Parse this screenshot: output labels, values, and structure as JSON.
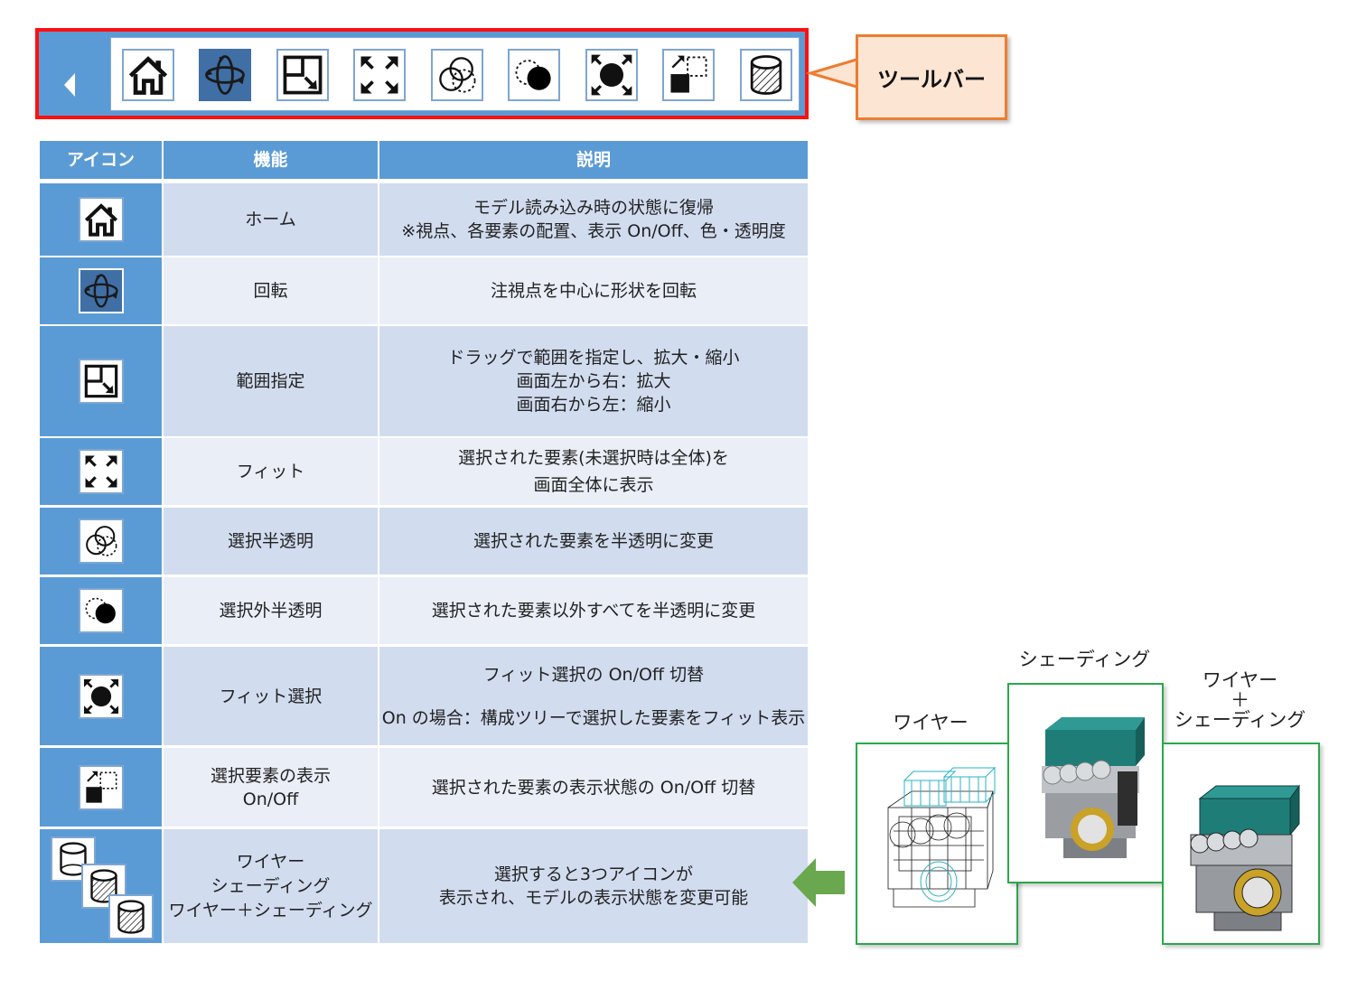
{
  "callout": {
    "label": "ツールバー"
  },
  "toolbar": {
    "buttons": [
      {
        "icon": "home-icon",
        "active": false
      },
      {
        "icon": "rotate-icon",
        "active": true
      },
      {
        "icon": "zoom-area-icon",
        "active": false
      },
      {
        "icon": "fit-icon",
        "active": false
      },
      {
        "icon": "selected-translucent-icon",
        "active": false
      },
      {
        "icon": "unselected-translucent-icon",
        "active": false
      },
      {
        "icon": "fit-selection-icon",
        "active": false
      },
      {
        "icon": "toggle-visibility-icon",
        "active": false
      },
      {
        "icon": "wireframe-cylinder-icon",
        "active": false
      }
    ]
  },
  "table": {
    "headers": {
      "icon": "アイコン",
      "function": "機能",
      "description": "説明"
    },
    "rows": [
      {
        "icon": "home-icon",
        "function": "ホーム",
        "description": [
          "モデル読み込み時の状態に復帰",
          "※視点、各要素の配置、表示 On/Off、色・透明度"
        ]
      },
      {
        "icon": "rotate-icon",
        "function": "回転",
        "description": [
          "注視点を中心に形状を回転"
        ]
      },
      {
        "icon": "zoom-area-icon",
        "function": "範囲指定",
        "description": [
          "ドラッグで範囲を指定し、拡大・縮小",
          "画面左から右：拡大",
          "画面右から左：縮小"
        ]
      },
      {
        "icon": "fit-icon",
        "function": "フィット",
        "description": [
          "選択された要素(未選択時は全体)を",
          "画面全体に表示"
        ]
      },
      {
        "icon": "selected-translucent-icon",
        "function": "選択半透明",
        "description": [
          "選択された要素を半透明に変更"
        ]
      },
      {
        "icon": "unselected-translucent-icon",
        "function": "選択外半透明",
        "description": [
          "選択された要素以外すべてを半透明に変更"
        ]
      },
      {
        "icon": "fit-selection-icon",
        "function": "フィット選択",
        "description": [
          "フィット選択の On/Off 切替",
          "On の場合：構成ツリーで選択した要素をフィット表示"
        ]
      },
      {
        "icon": "toggle-visibility-icon",
        "function": [
          "選択要素の表示",
          "On/Off"
        ],
        "description": [
          "選択された要素の表示状態の On/Off 切替"
        ]
      },
      {
        "icon": "display-mode-icons",
        "function": [
          "ワイヤー",
          "シェーディング",
          "ワイヤー＋シェーディング"
        ],
        "description": [
          "選択すると3つアイコンが",
          "表示され、モデルの表示状態を変更可能"
        ]
      }
    ]
  },
  "renders": {
    "wire": "ワイヤー",
    "shading": "シェーディング",
    "combo": [
      "ワイヤー",
      "＋",
      "シェーディング"
    ]
  },
  "colors": {
    "accent": "#5b9bd5",
    "callout_border": "#ed7d31",
    "frame": "#ff1010",
    "green": "#2aa84a",
    "teal": "#1f7d78"
  }
}
